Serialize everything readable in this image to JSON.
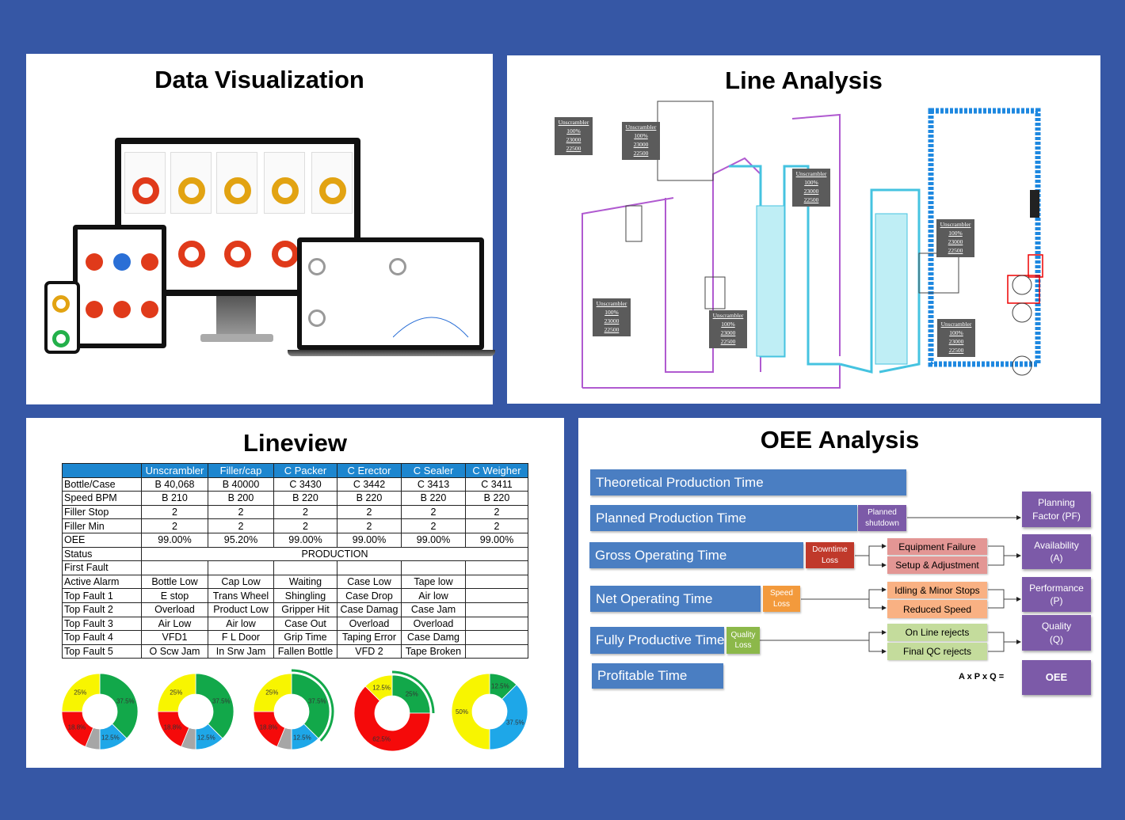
{
  "panels": {
    "data_visualization": {
      "title": "Data Visualization"
    },
    "line_analysis": {
      "title": "Line Analysis",
      "labels": [
        {
          "name": "Unscrambler",
          "pct": "100%",
          "target": "23000",
          "actual": "22500"
        },
        {
          "name": "Unscrambler",
          "pct": "100%",
          "target": "23000",
          "actual": "22500"
        },
        {
          "name": "Unscrambler",
          "pct": "100%",
          "target": "23000",
          "actual": "22500"
        },
        {
          "name": "Unscrambler",
          "pct": "100%",
          "target": "23000",
          "actual": "22500"
        },
        {
          "name": "Unscrambler",
          "pct": "100%",
          "target": "23000",
          "actual": "22500"
        },
        {
          "name": "Unscrambler",
          "pct": "100%",
          "target": "23000",
          "actual": "22500"
        },
        {
          "name": "Unscrambler",
          "pct": "100%",
          "target": "23000",
          "actual": "22500"
        }
      ]
    },
    "lineview": {
      "title": "Lineview",
      "columns": [
        "",
        "Unscrambler",
        "Filler/cap",
        "C Packer",
        "C Erector",
        "C Sealer",
        "C Weigher"
      ],
      "rows": [
        [
          "Bottle/Case",
          "B 40,068",
          "B 40000",
          "C 3430",
          "C 3442",
          "C 3413",
          "C 3411"
        ],
        [
          "Speed BPM",
          "B 210",
          "B 200",
          "B 220",
          "B 220",
          "B 220",
          "B  220"
        ],
        [
          "Filler Stop",
          "2",
          "2",
          "2",
          "2",
          "2",
          "2"
        ],
        [
          "Filler Min",
          "2",
          "2",
          "2",
          "2",
          "2",
          "2"
        ],
        [
          "OEE",
          "99.00%",
          "95.20%",
          "99.00%",
          "99.00%",
          "99.00%",
          "99.00%"
        ],
        [
          "Status",
          "PRODUCTION"
        ],
        [
          "First Fault",
          "",
          "",
          "",
          "",
          "",
          ""
        ],
        [
          "Active Alarm",
          "Bottle Low",
          "Cap Low",
          "Waiting",
          "Case Low",
          "Tape low",
          ""
        ],
        [
          "Top Fault 1",
          "E stop",
          "Trans Wheel",
          "Shingling",
          "Case Drop",
          "Air low",
          ""
        ],
        [
          "Top Fault 2",
          "Overload",
          "Product Low",
          "Gripper Hit",
          "Case Damag",
          "Case Jam",
          ""
        ],
        [
          "Top Fault 3",
          "Air Low",
          "Air low",
          "Case Out",
          "Overload",
          "Overload",
          ""
        ],
        [
          "Top Fault 4",
          "VFD1",
          "F L Door",
          "Grip Time",
          "Taping Error",
          "Case Damg",
          ""
        ],
        [
          "Top Fault 5",
          "O Scw Jam",
          "In Srw Jam",
          "Fallen Bottle",
          "VFD 2",
          "Tape Broken",
          ""
        ]
      ]
    },
    "oee": {
      "title": "OEE Analysis",
      "bars": [
        "Theoretical Production Time",
        "Planned Production Time",
        "Gross Operating Time",
        "Net Operating Time",
        "Fully Productive Time",
        "Profitable Time"
      ],
      "losses": [
        "Planned shutdown",
        "Downtime Loss",
        "Speed Loss",
        "Quality Loss"
      ],
      "loss_items": [
        "Equipment Failure",
        "Setup & Adjustment",
        "Idling & Minor Stops",
        "Reduced Speed",
        "On Line rejects",
        "Final QC rejects"
      ],
      "factors": [
        "Planning Factor (PF)",
        "Availability (A)",
        "Performance (P)",
        "Quality (Q)",
        "OEE"
      ],
      "formula": "A x P x Q ="
    }
  },
  "colors": {
    "background": "#3657a5",
    "green": "#12a84a",
    "blue": "#1ea7e8",
    "gray": "#a6a6a6",
    "red": "#f50a0a",
    "yellow": "#f8f500"
  },
  "chart_data": [
    {
      "type": "pie",
      "donut": true,
      "labels": [
        "green",
        "blue",
        "gray",
        "red",
        "yellow"
      ],
      "values": [
        37.5,
        12.5,
        6.2,
        18.8,
        25
      ],
      "data_labels": [
        "37.5%",
        "12.5%",
        "",
        "18.8%",
        "25%"
      ],
      "outer_arc": false
    },
    {
      "type": "pie",
      "donut": true,
      "labels": [
        "green",
        "blue",
        "gray",
        "red",
        "yellow"
      ],
      "values": [
        37.5,
        12.5,
        6.2,
        18.8,
        25
      ],
      "data_labels": [
        "37.5%",
        "12.5%",
        "",
        "18.8%",
        "25%"
      ],
      "outer_arc": false
    },
    {
      "type": "pie",
      "donut": true,
      "labels": [
        "green",
        "blue",
        "gray",
        "red",
        "yellow"
      ],
      "values": [
        37.5,
        12.5,
        6.2,
        18.8,
        25
      ],
      "data_labels": [
        "37.5%",
        "12.5%",
        "",
        "18.8%",
        "25%"
      ],
      "outer_arc": true
    },
    {
      "type": "pie",
      "donut": true,
      "labels": [
        "green",
        "red",
        "yellow"
      ],
      "values": [
        25,
        62.5,
        12.5
      ],
      "data_labels": [
        "25%",
        "62.5%",
        "12.5%"
      ],
      "outer_arc": true
    },
    {
      "type": "pie",
      "donut": true,
      "labels": [
        "green",
        "blue",
        "yellow"
      ],
      "values": [
        12.5,
        37.5,
        50
      ],
      "data_labels": [
        "12.5%",
        "37.5%",
        "50%"
      ],
      "outer_arc": false
    }
  ]
}
